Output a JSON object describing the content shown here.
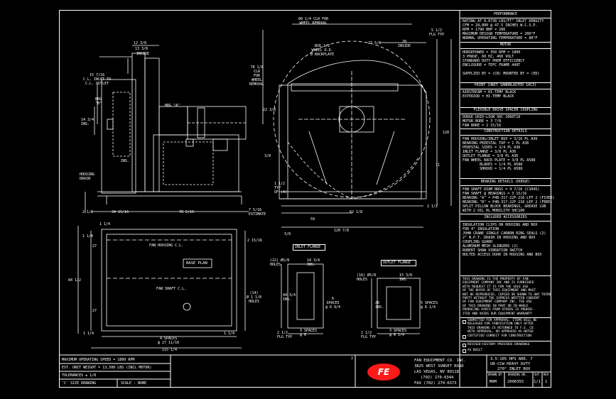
{
  "dims": {
    "top_12_3_8": "12 3/8",
    "top_13_3_8": "13 3/8",
    "inside": "INSIDE",
    "inlet_to_outlet": "15 7/16\nC.L. INLET TO\nC.L. OUTLET",
    "brg_b": "BRG\n\"B\"",
    "brg_a": "BRG \"A\"",
    "dim_14_3_4": "14 3/4\nINS.",
    "ins_left": "INS.",
    "housing_drain": "HOUSING\nDRAIN",
    "dim_2_1_2": "2 1/2",
    "dim_34_15_16": "34 15/16",
    "dim_78_5_16": "78 5/16",
    "dim_7_5_16": "7 5/16\nESTIMATE",
    "clr_wheel_top": "80 1/4 CLR FOR\nWHEEL REMOVAL",
    "wheel_od": "Ø26 1/2\nWHEEL O.D.\nØ BACKPLATE",
    "dim_27_5_8": "27 5/8",
    "dim_28": "28",
    "dim_5_1_2": "5 1/2",
    "inside2": "INSIDE",
    "flg_typ": "FLG TYP",
    "clr_wheel_left": "78 1/8\nCLR\nFOR\nWHEEL\nREMOVAL",
    "dim_22_3_8": "22 3/8",
    "dim_3_8": "3/8",
    "dim_1_1_2": "1 1/2\nTYP\nOF (4)",
    "dim_128": "128",
    "dim_71": "71",
    "dim_59": "59",
    "dim_62_1_8": "62 1/8",
    "dim_120_7_8": "120 7/8",
    "dim_3_8_bottom": "3/8",
    "dim_2_1_2_right": "2 1/2",
    "dim_1_1_4_a": "1 1/4",
    "dim_1_1_4_b": "1 1/4",
    "dim_2_15_16": "2 15/16",
    "dim_27_a": "27",
    "dim_27_b": "27",
    "dim_84_1_2": "84 1/2",
    "fan_housing_cl": "FAN HOUSING C.L.",
    "base_plan": "BASE PLAN",
    "fan_shaft_cl": "FAN SHAFT C.L.",
    "holes_14": "(14)\nØ 1 1/8\nHOLES",
    "dim_1_1_4_c": "1 1/4",
    "dim_1_1_4_d": "1 1/4",
    "spaces_4": "4 SPACES\n@ 27 11/16",
    "dim_115_1_4": "115 1/4",
    "inlet_flange": "INLET FLANGE",
    "holes_22": "(22) Ø5/8\nHOLES",
    "dim_14_3_4_b": "14 3/4\nINS.",
    "dim_44_3_4": "44 3/4\nINS.",
    "spaces_6": "6\nSPACES\n@ 6 9/4",
    "spaces_3": "3 SPACES\n@ 6",
    "dim_2_1_2_c": "2 1/2\nFLG TYP",
    "outlet_flange": "OUTLET FLANGE",
    "holes_16": "(16) Ø5/8\nHOLES",
    "dim_15_3_8": "15 3/8\nINS.",
    "dim_26": "26\nINS.",
    "spaces_5": "5 SPACES\n@ 6 1/4",
    "dim_2_1_2_d": "2 1/2\nFLG TYP",
    "spaces_3b": "3 SPACES\n@ 6 1/4"
  },
  "spec": {
    "performance_header": "PERFORMANCE",
    "performance": "RATING AT 0.0730 LBS/FT³ INLET DENSITY\nCFM = 28,800 @ 47.5 INCHES W.C.S.P.\nRPM = 1790 BHP = 286\nMAXIMUM DESIGN TEMPERATURE = 200°F\nNORMAL OPERATING TEMPERATURE = 80°F",
    "motor_header": "MOTOR",
    "motor": "HORSEPOWER = 350 RPM = 1800\n3 PHASE, 60 HZ, 460 VOLT\nSTANDARD DUTY PREM EFFICIENCY\nENCLOSURE = TEFC FRAME 449T\n\nSUPPLIED BY = (CB) MOUNTED BY = (ED)",
    "paint_header": "PAINT (UNIT SANDBLASTED 10C3)",
    "paint": "AIRSTREAM = HI-TEMP BLACK\nEXTERIOR = HI-TEMP BLACK",
    "coupling_header": "FLEXIBLE DRIVE SPACER COUPLING",
    "coupling": "DODGE GRID-LIGN SDC 1060T10\nMOTOR BORE = 3 7/8\nFAN BORE = 2 15/16",
    "construction_header": "CONSTRUCTION DETAILS",
    "construction": "FAN HOUSING/INLET BOX = 3/16 PL A36\nBEARING PEDESTAL TOP = 1 PL A36\nPEDESTAL SIDES = 3/4 PL A36\nINLET FLANGE = 3/8 PL A36\nOUTLET FLANGE = 3/8 PL A36\nFAN WHEEL BACK PLATE = 3/8 PL A588\n        BLADES = 1/4 PL A588\n        SHROUD = 1/4 PL A588",
    "bearing_header": "BEARING DETAILS (DODGE)",
    "bearing": "FAN SHAFT DIAM BRGS = 4 7/16 (C1045)\nFAN SHAFT @ BEARINGS = 3 15/16\nBEARING \"A\" = P4B-317-22F-216 LFF 2 (FIXED)\nBEARING \"B\" = P4B-317-22F-216 LEF 2 (FREE)\nSPLIT PILLOW BLOCK BEARINGS, GREASE LUB\nWITH 2 OIL RL MOBILITH SHC100",
    "accessories_header": "INCLUDED ACCESSORIES",
    "accessories": "INSULATION CLIPS ON HOUSING AND BOX\nFOR 4\" INSULATION\nJOHN CRANE SINGLE CARBON RING SEALS (2)\n2\" N.P.T. DRAIN IN HOUSING AND BOX\nCOUPLING GUARD\nALUMINUM MESH SLINGERS (2)\nROBERT SHAW VIBRATION SWITCH\nBOLTED ACCESS DOOR IN HOUSING AND BOX",
    "notice": "THIS DRAWING IS THE PROPERTY OF FAN\nEQUIPMENT COMPANY INC AND IS FURNISHED\nWITH REQUEST IT IS FOR THE SOLE USE\nOF THE BUYER OF THIS EQUIPMENT AND MUST\nNOT BE REPRODUCED, COPIED OR SHOWN TO ANY THIRD\nPARTY WITHOUT THE EXPRESS WRITTEN CONSENT\nOF FAN EQUIPMENT COMPANY INC. THE USE\nOF THIS DRAWING IN PART OR IN WHOLE\nPRODUCING PARTS FROM OTHERS IS PROHIB-\nITED AND VOIDS OUR EQUIPMENT WARRANTY",
    "approval_1": "SUBMITTED FOR APPROVAL. ITEMS WILL BE\nRELEASED FOR FABRICATION ONLY AFTER\nTHIS DRAWING IS RETURNED TO F.E. CO.\nWITH APPROVAL, OR APPROVED AS NOTED",
    "approval_2": "CERTIFIED CORRECT FOR CONSTRUCTION",
    "revisions_1": "REVISED-HISTORY PREVIOUS DRAWINGS",
    "revisions_2": "AS BUILT"
  },
  "notes": {
    "speed": "MAXIMUM OPERATING SPEED = 1800 RPM",
    "weight": "EST. UNIT WEIGHT = 13,500 LBS (INCL MOTOR)",
    "tolerances": "TOLERANCES ± 1/8",
    "drawing_size": "'C' SIZE DRAWING",
    "scale": "SCALE : NONE",
    "sheet_mark": "2"
  },
  "company": {
    "logo_text": "FE",
    "name": "FAN EQUIPMENT CO. INC.",
    "address1": "3825 WEST SUNSET ROAD",
    "address2": "LAS VEGAS, NV 89118",
    "phone": "(702) 270-6344",
    "fax": "FAX (702) 270-6373"
  },
  "title_block": {
    "line1": "3.5-105 HPS  ARR. 7",
    "line2": "UB-CCW    HEAVY DUTY",
    "line3": "270° INLET BOX",
    "drawn_by_label": "DRAWN BY",
    "drawing_no_label": "DRAWING NO.",
    "sheet_label": "SHT",
    "rev_label": "REV",
    "drawn_by": "MAM",
    "drawing_no": "2006355",
    "sheet": "1/1",
    "rev": "1"
  }
}
